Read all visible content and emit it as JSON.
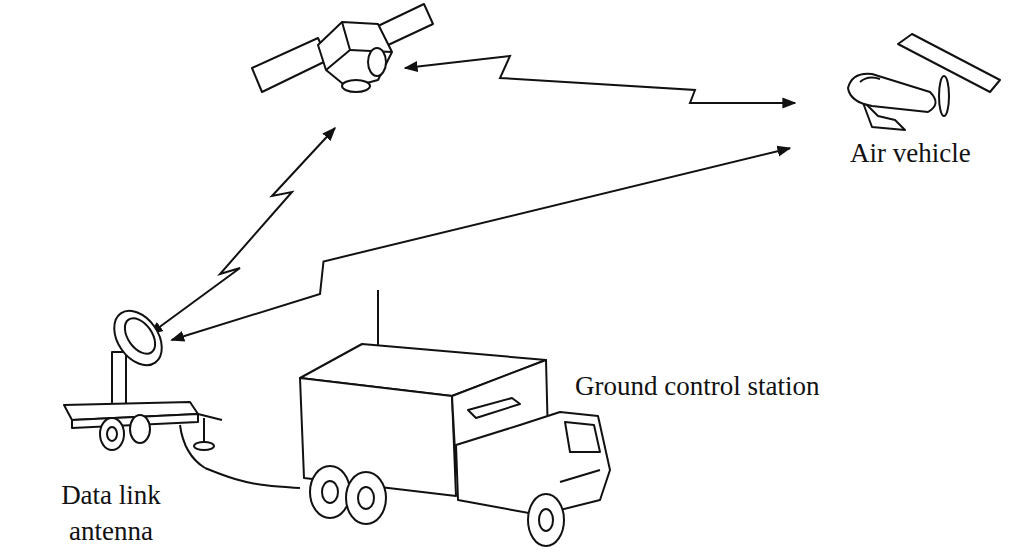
{
  "diagram": {
    "nodes": [
      {
        "text": [
          "Air vehicle"
        ]
      },
      {
        "text": [
          "Ground control station"
        ]
      },
      {
        "text": [
          "Data link antenna"
        ]
      }
    ],
    "edges": [
      {
        "from": 2,
        "to": 0,
        "arrow": "both"
      },
      {
        "from": 2,
        "to": 1,
        "arrow": "none"
      }
    ]
  }
}
